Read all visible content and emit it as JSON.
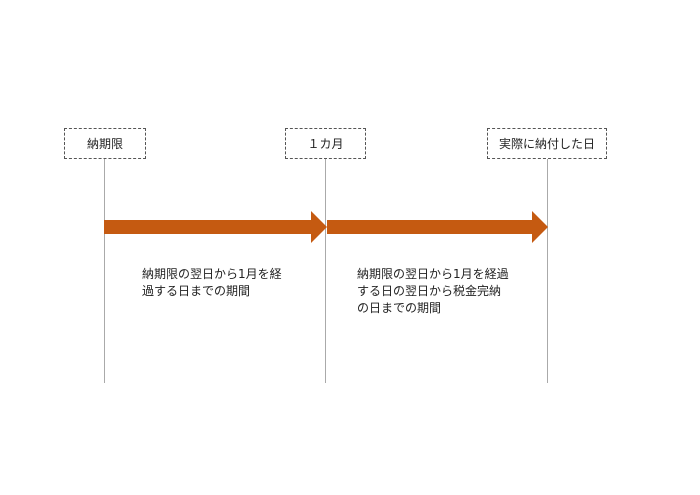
{
  "milestones": [
    "納期限",
    "１カ月",
    "実際に納付した日"
  ],
  "periods": [
    {
      "label": "納期限の翌日から1月を経\n過する日までの期間"
    },
    {
      "label": "納期限の翌日から1月を経過\nする日の翌日から税金完納\nの日までの期間"
    }
  ],
  "colors": {
    "arrow": "#c55a11",
    "line": "#aaaaaa",
    "border": "#555555"
  }
}
